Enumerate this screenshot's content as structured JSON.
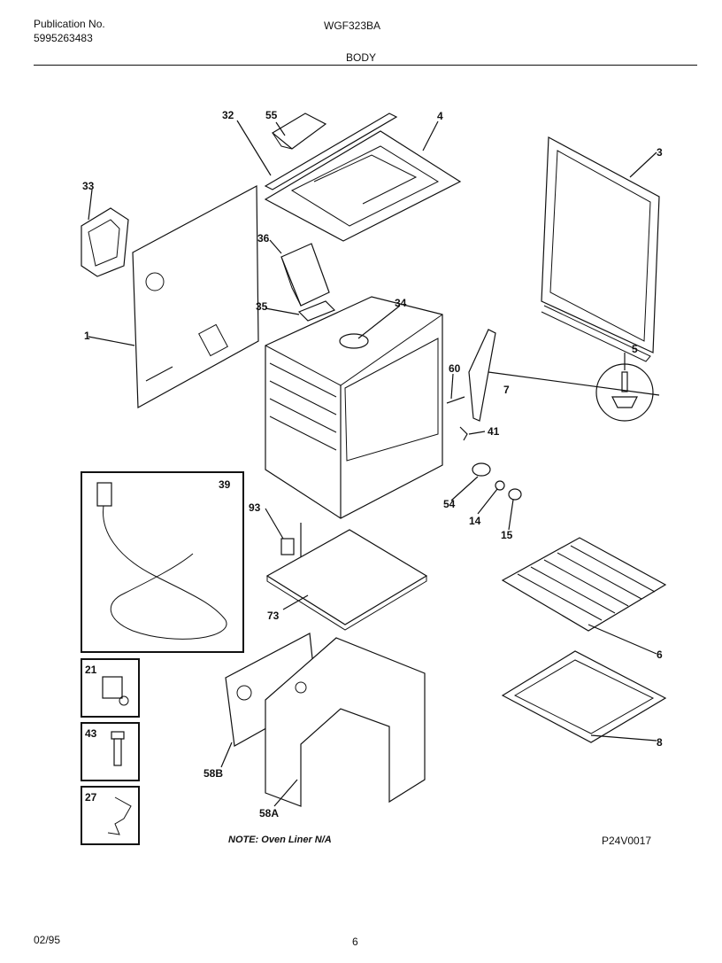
{
  "header": {
    "publication_label": "Publication No.",
    "publication_number": "5995263483",
    "model": "WGF323BA",
    "section": "BODY"
  },
  "callouts": [
    "1",
    "3",
    "4",
    "5",
    "6",
    "7",
    "8",
    "14",
    "15",
    "21",
    "27",
    "32",
    "33",
    "34",
    "35",
    "36",
    "39",
    "41",
    "43",
    "54",
    "55",
    "58A",
    "58B",
    "60",
    "73",
    "93"
  ],
  "note": "NOTE: Oven Liner N/A",
  "diagram_code": "P24V0017",
  "footer": {
    "date": "02/95",
    "page": "6"
  }
}
